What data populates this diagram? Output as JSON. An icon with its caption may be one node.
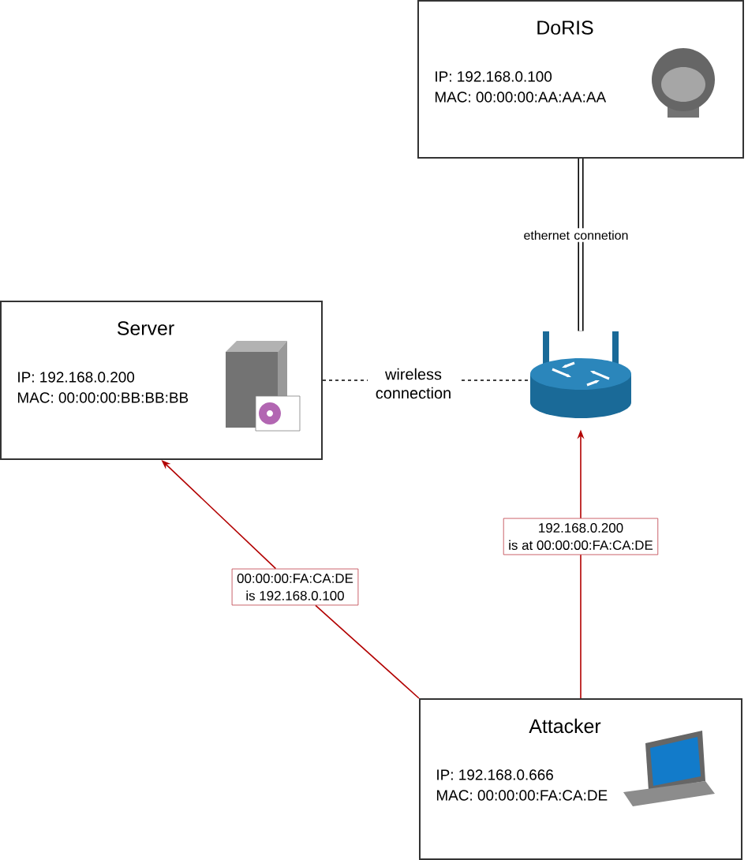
{
  "diagram": {
    "nodes": [
      {
        "text": [
          "DoRIS",
          "IP: 192.168.0.100",
          "MAC: 00:00:00:AA:AA:AA"
        ]
      },
      {
        "text": [
          "Server",
          "IP: 192.168.0.200",
          "MAC: 00:00:00:BB:BB:BB"
        ]
      },
      {
        "text": [],
        "shape": "picture"
      },
      {
        "text": [
          "192.168.0.200",
          "is at 00:00:00:FA:CA:DE"
        ]
      },
      {
        "text": [
          "00:00:00:FA:CA:DE",
          "is 192.168.0.100"
        ]
      },
      {
        "text": [
          "Attacker",
          "IP: 192.168.0.666",
          "MAC: 00:00:00:FA:CA:DE"
        ]
      }
    ],
    "edges": [
      {
        "from": 0,
        "to": 2,
        "arrow": "none",
        "style": "thick",
        "color": "#000000",
        "label": "ethernet connetion"
      },
      {
        "from": 1,
        "to": 2,
        "arrow": "none",
        "style": "dashed",
        "color": "#000000",
        "label": "wireless connection"
      },
      {
        "from": 5,
        "to": 4,
        "arrow": "none"
      },
      {
        "from": 4,
        "to": 1,
        "arrow": "to"
      },
      {
        "from": 5,
        "to": 3,
        "arrow": "none"
      },
      {
        "from": 3,
        "to": 2,
        "arrow": "to"
      }
    ]
  }
}
